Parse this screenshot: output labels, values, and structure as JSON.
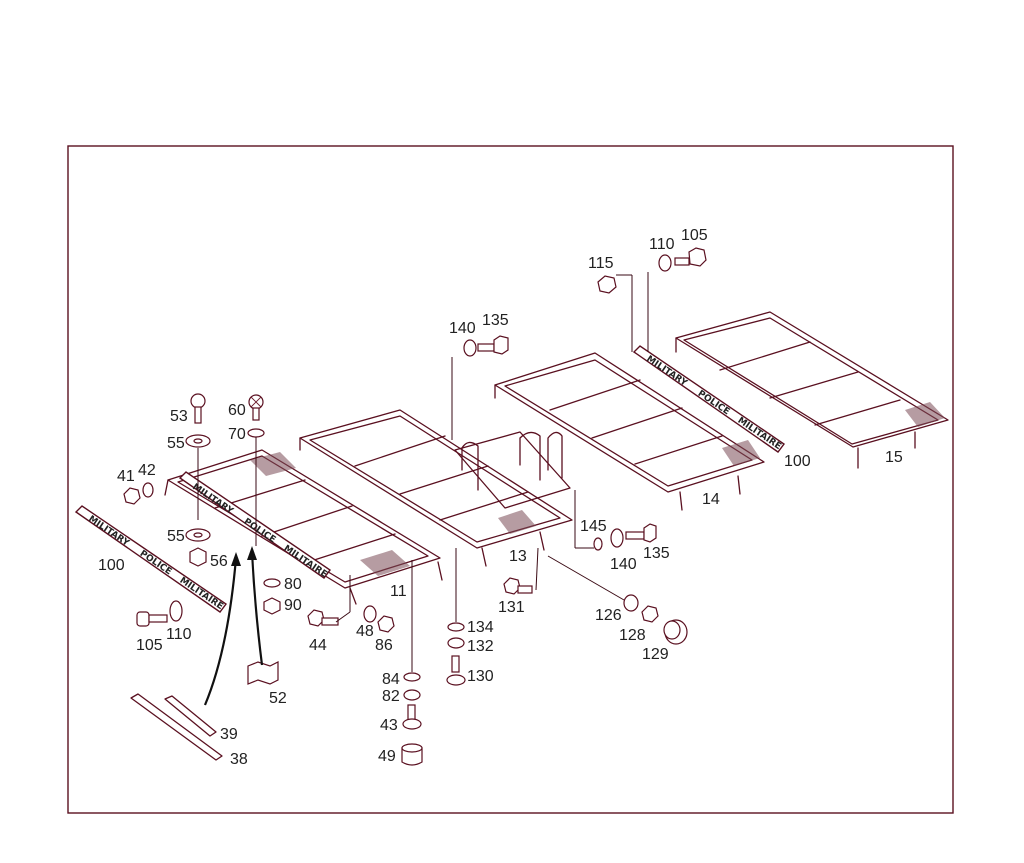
{
  "drawing": {
    "part_labels": [
      {
        "id": "lbl-53",
        "text": "53"
      },
      {
        "id": "lbl-60",
        "text": "60"
      },
      {
        "id": "lbl-70",
        "text": "70"
      },
      {
        "id": "lbl-55a",
        "text": "55"
      },
      {
        "id": "lbl-41",
        "text": "41"
      },
      {
        "id": "lbl-42",
        "text": "42"
      },
      {
        "id": "lbl-55b",
        "text": "55"
      },
      {
        "id": "lbl-56",
        "text": "56"
      },
      {
        "id": "lbl-100a",
        "text": "100"
      },
      {
        "id": "lbl-80",
        "text": "80"
      },
      {
        "id": "lbl-90",
        "text": "90"
      },
      {
        "id": "lbl-11",
        "text": "11"
      },
      {
        "id": "lbl-105a",
        "text": "105"
      },
      {
        "id": "lbl-110a",
        "text": "110"
      },
      {
        "id": "lbl-44",
        "text": "44"
      },
      {
        "id": "lbl-48",
        "text": "48"
      },
      {
        "id": "lbl-86",
        "text": "86"
      },
      {
        "id": "lbl-52",
        "text": "52"
      },
      {
        "id": "lbl-84",
        "text": "84"
      },
      {
        "id": "lbl-82",
        "text": "82"
      },
      {
        "id": "lbl-43",
        "text": "43"
      },
      {
        "id": "lbl-49",
        "text": "49"
      },
      {
        "id": "lbl-39",
        "text": "39"
      },
      {
        "id": "lbl-38",
        "text": "38"
      },
      {
        "id": "lbl-140a",
        "text": "140"
      },
      {
        "id": "lbl-135a",
        "text": "135"
      },
      {
        "id": "lbl-13",
        "text": "13"
      },
      {
        "id": "lbl-131",
        "text": "131"
      },
      {
        "id": "lbl-134",
        "text": "134"
      },
      {
        "id": "lbl-132",
        "text": "132"
      },
      {
        "id": "lbl-130",
        "text": "130"
      },
      {
        "id": "lbl-145",
        "text": "145"
      },
      {
        "id": "lbl-140b",
        "text": "140"
      },
      {
        "id": "lbl-135b",
        "text": "135"
      },
      {
        "id": "lbl-126",
        "text": "126"
      },
      {
        "id": "lbl-128",
        "text": "128"
      },
      {
        "id": "lbl-129",
        "text": "129"
      },
      {
        "id": "lbl-115",
        "text": "115"
      },
      {
        "id": "lbl-110b",
        "text": "110"
      },
      {
        "id": "lbl-105b",
        "text": "105"
      },
      {
        "id": "lbl-100b",
        "text": "100"
      },
      {
        "id": "lbl-14",
        "text": "14"
      },
      {
        "id": "lbl-15",
        "text": "15"
      }
    ],
    "signs": [
      {
        "id": "sign-left",
        "words": [
          "MILITARY",
          "POLICE",
          "MILITAIRE"
        ]
      },
      {
        "id": "sign-right",
        "words": [
          "MILITARY",
          "POLICE",
          "MILITAIRE"
        ]
      },
      {
        "id": "sign-rack",
        "words": [
          "MILITARY",
          "POLICE",
          "MILITAIRE"
        ]
      }
    ],
    "colors": {
      "line": "#5a1020",
      "frame": "#5a1020",
      "text": "#222222"
    }
  }
}
